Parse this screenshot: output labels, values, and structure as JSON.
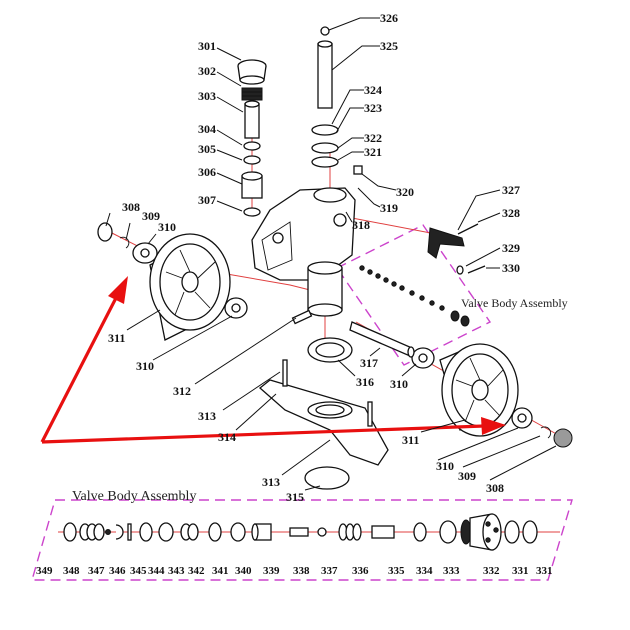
{
  "section_titles": {
    "valve_body_upper": "Valve Body Assembly",
    "valve_body_lower": "Valve Body Assembly"
  },
  "parts": {
    "p301": "301",
    "p302": "302",
    "p303": "303",
    "p304": "304",
    "p305": "305",
    "p306": "306",
    "p307": "307",
    "p308a": "308",
    "p308b": "308",
    "p309a": "309",
    "p309b": "309",
    "p310a": "310",
    "p310b": "310",
    "p310c": "310",
    "p310d": "310",
    "p311a": "311",
    "p311b": "311",
    "p312": "312",
    "p313a": "313",
    "p313b": "313",
    "p314": "314",
    "p315": "315",
    "p316": "316",
    "p317": "317",
    "p318": "318",
    "p319": "319",
    "p320": "320",
    "p321": "321",
    "p322": "322",
    "p323": "323",
    "p324": "324",
    "p325": "325",
    "p326": "326",
    "p327": "327",
    "p328": "328",
    "p329": "329",
    "p330": "330",
    "p331a": "331",
    "p331b": "331",
    "p332": "332",
    "p333": "333",
    "p334": "334",
    "p335": "335",
    "p336": "336",
    "p337": "337",
    "p338": "338",
    "p339": "339",
    "p340": "340",
    "p341": "341",
    "p342": "342",
    "p343": "343",
    "p344": "344",
    "p345": "345",
    "p346": "346",
    "p347": "347",
    "p348": "348",
    "p349": "349"
  },
  "colors": {
    "arrow": "#e81010",
    "axis_lines": "#e04040",
    "dashed_box": "#cc44cc",
    "ink": "#111111"
  }
}
